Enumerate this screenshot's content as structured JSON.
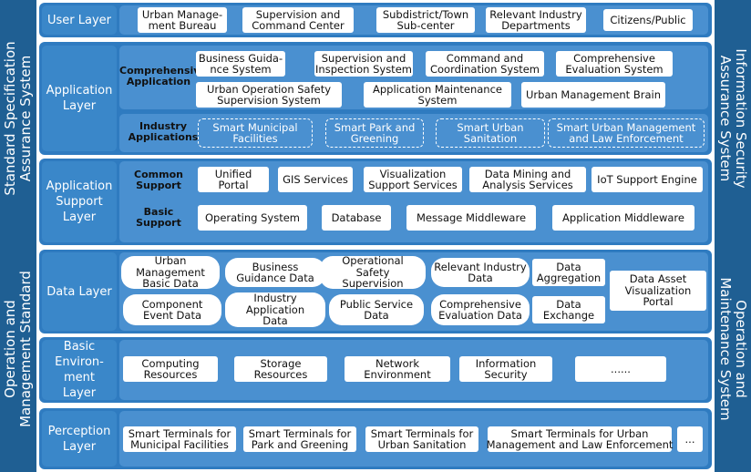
{
  "sidebars": {
    "left_top": "Standard Specification\nAssurance System",
    "left_bottom": "Operation and\nManagement Standard",
    "right_top": "Information Security\nAssurance System",
    "right_bottom": "Operation and\nMaintenance System"
  },
  "layers": {
    "user": {
      "label": "User Layer",
      "items": [
        "Urban Manage-\nment Bureau",
        "Supervision and\nCommand Center",
        "Subdistrict/Town\nSub-center",
        "Relevant Industry\nDepartments",
        "Citizens/Public"
      ]
    },
    "application": {
      "label": "Application\nLayer",
      "comprehensive_label": "Comprehensive\nApplication",
      "comprehensive_items": [
        "Business Guida-\nnce System",
        "Supervision and\nInspection System",
        "Command and\nCoordination System",
        "Comprehensive\nEvaluation System",
        "Urban Operation Safety\nSupervision System",
        "Application Maintenance\nSystem",
        "Urban Management Brain"
      ],
      "industry_label": "Industry\nApplications",
      "industry_items": [
        "Smart Municipal\nFacilities",
        "Smart Park and\nGreening",
        "Smart Urban\nSanitation",
        "Smart Urban Management\nand Law Enforcement"
      ]
    },
    "support": {
      "label": "Application\nSupport\nLayer",
      "common_label": "Common\nSupport",
      "common_items": [
        "Unified\nPortal",
        "GIS Services",
        "Visualization\nSupport Services",
        "Data Mining and\nAnalysis Services",
        "IoT Support Engine"
      ],
      "basic_label": "Basic\nSupport",
      "basic_items": [
        "Operating System",
        "Database",
        "Message Middleware",
        "Application Middleware"
      ]
    },
    "data": {
      "label": "Data Layer",
      "items": [
        "Urban\nManagement\nBasic Data",
        "Business\nGuidance Data",
        "Operational\nSafety\nSupervision",
        "Relevant Industry\nData",
        "Data\nAggregation",
        "Component\nEvent Data",
        "Industry\nApplication\nData",
        "Public Service\nData",
        "Comprehensive\nEvaluation Data",
        "Data\nExchange",
        "Data Asset\nVisualization\nPortal"
      ]
    },
    "environment": {
      "label": "Basic\nEnviron-\nment\nLayer",
      "items": [
        "Computing\nResources",
        "Storage\nResources",
        "Network\nEnvironment",
        "Information\nSecurity",
        "......"
      ]
    },
    "perception": {
      "label": "Perception\nLayer",
      "items": [
        "Smart Terminals for\nMunicipal Facilities",
        "Smart Terminals for\nPark and Greening",
        "Smart Terminals for\nUrban Sanitation",
        "Smart Terminals for Urban\nManagement and Law Enforcement",
        "..."
      ]
    }
  }
}
